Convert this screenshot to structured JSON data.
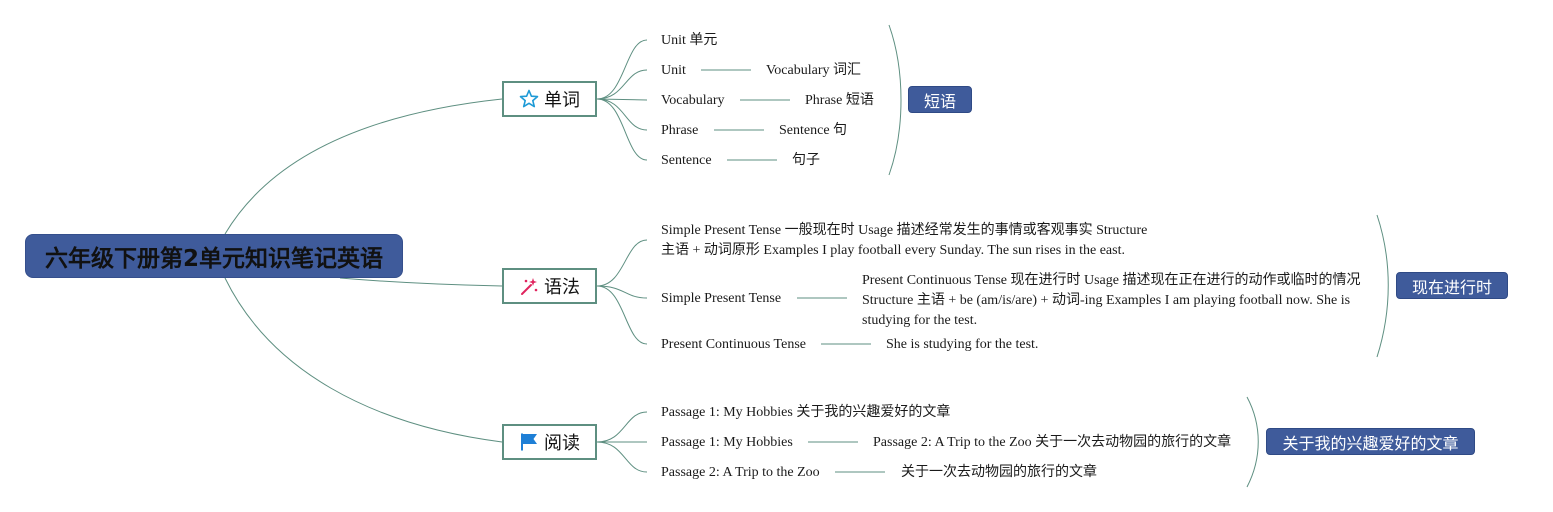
{
  "root": {
    "title": "六年级下册第2单元知识笔记英语"
  },
  "branches": [
    {
      "label": "单词",
      "icon": "star-icon",
      "leaves": [
        "Unit 单元",
        "Unit",
        "Vocabulary",
        "Phrase",
        "Sentence"
      ],
      "subs": [
        "Vocabulary 词汇",
        "Phrase 短语",
        "Sentence 句",
        "句子"
      ],
      "summary": "短语"
    },
    {
      "label": "语法",
      "icon": "sparkle-icon",
      "leaves": [
        "Simple Present Tense 一般现在时 Usage 描述经常发生的事情或客观事实 Structure 主语 + 动词原形 Examples I play football every Sunday. The sun rises in the east.",
        "Simple Present Tense",
        "Present Continuous Tense"
      ],
      "subs": [
        "Present Continuous Tense 现在进行时 Usage 描述现在正在进行的动作或临时的情况 Structure 主语 + be (am/is/are) + 动词-ing Examples I am playing football now. She is studying for the test.",
        "She is studying for the test."
      ],
      "summary": "现在进行时"
    },
    {
      "label": "阅读",
      "icon": "flag-icon",
      "leaves": [
        "Passage 1: My Hobbies 关于我的兴趣爱好的文章",
        "Passage 1: My Hobbies",
        "Passage 2: A Trip to the Zoo"
      ],
      "subs": [
        "Passage 2: A Trip to the Zoo 关于一次去动物园的旅行的文章",
        "关于一次去动物园的旅行的文章"
      ],
      "summary": "关于我的兴趣爱好的文章"
    }
  ],
  "colors": {
    "root": "#3f5b9b",
    "branch_border": "#5e8f81",
    "line": "#5e8f81",
    "summary": "#3f5b9b"
  }
}
